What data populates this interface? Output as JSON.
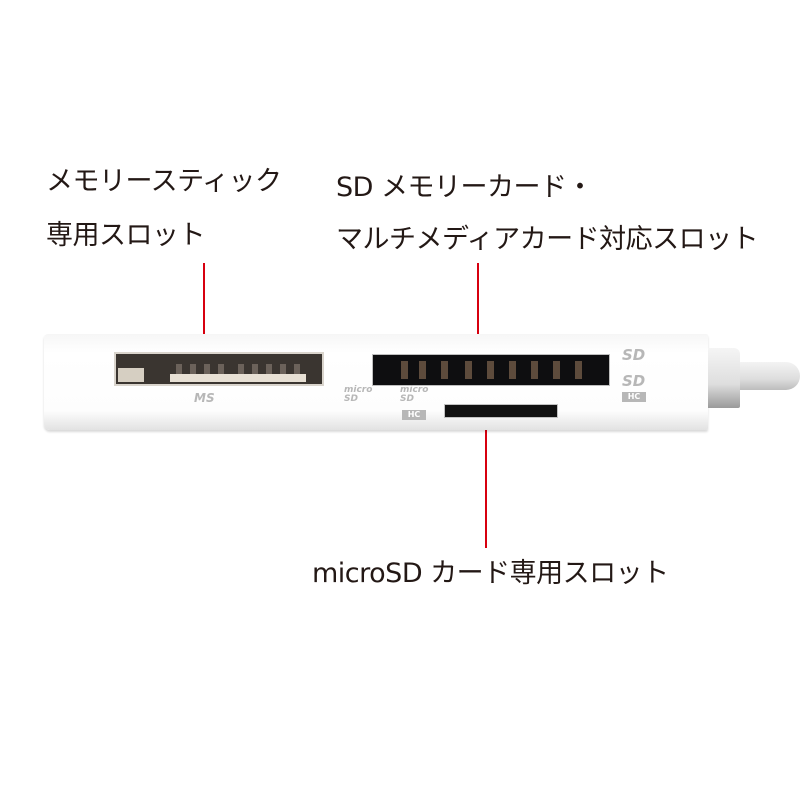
{
  "labels": {
    "memory_stick": {
      "line1": "メモリースティック",
      "line2": "専用スロット"
    },
    "sd_card": {
      "line1": "SD メモリーカード・",
      "line2": "マルチメディアカード対応スロット"
    },
    "microsd": {
      "line1": "microSD カード専用スロット"
    }
  },
  "device": {
    "logos": {
      "memory_stick_logo": "MS",
      "microsd_logo": "micro SD",
      "microsdhc_logo": "micro SD",
      "microsdhc_badge": "HC",
      "sd_logo": "SD",
      "sdhc_logo": "SD",
      "sdhc_badge": "HC"
    }
  },
  "colors": {
    "leader_line": "#d7000f",
    "text": "#231815",
    "device_body": "#ffffff",
    "logo_gray": "#b7b7b7"
  }
}
